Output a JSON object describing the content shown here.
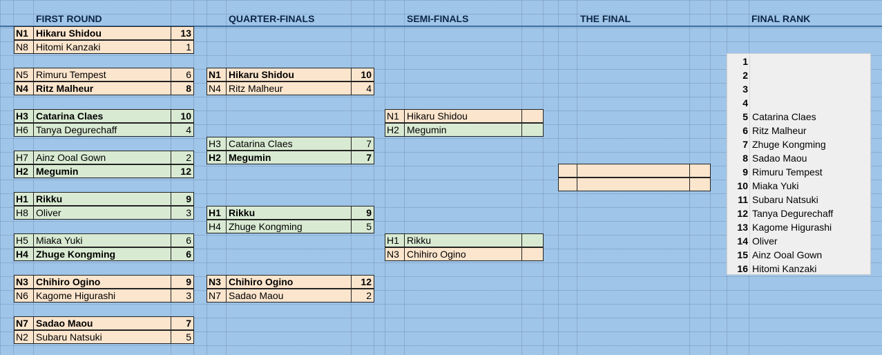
{
  "headers": {
    "first_round": "FIRST ROUND",
    "quarter_finals": "QUARTER-FINALS",
    "semi_finals": "SEMI-FINALS",
    "the_final": "THE FINAL",
    "final_rank": "FINAL RANK"
  },
  "colors": {
    "orange": "#fce5cd",
    "green": "#d9ead3",
    "background": "#9fc5e8"
  },
  "first_round": [
    {
      "seed": "N1",
      "name": "Hikaru Shidou",
      "score": "13",
      "color": "orange",
      "bold": true
    },
    {
      "seed": "N8",
      "name": "Hitomi Kanzaki",
      "score": "1",
      "color": "orange",
      "bold": false
    },
    {
      "seed": "N5",
      "name": "Rimuru Tempest",
      "score": "6",
      "color": "orange",
      "bold": false
    },
    {
      "seed": "N4",
      "name": "Ritz Malheur",
      "score": "8",
      "color": "orange",
      "bold": true
    },
    {
      "seed": "H3",
      "name": "Catarina Claes",
      "score": "10",
      "color": "green",
      "bold": true
    },
    {
      "seed": "H6",
      "name": "Tanya Degurechaff",
      "score": "4",
      "color": "green",
      "bold": false
    },
    {
      "seed": "H7",
      "name": "Ainz Ooal Gown",
      "score": "2",
      "color": "green",
      "bold": false
    },
    {
      "seed": "H2",
      "name": "Megumin",
      "score": "12",
      "color": "green",
      "bold": true
    },
    {
      "seed": "H1",
      "name": "Rikku",
      "score": "9",
      "color": "green",
      "bold": true
    },
    {
      "seed": "H8",
      "name": "Oliver",
      "score": "3",
      "color": "green",
      "bold": false
    },
    {
      "seed": "H5",
      "name": "Miaka Yuki",
      "score": "6",
      "color": "green",
      "bold": false
    },
    {
      "seed": "H4",
      "name": "Zhuge Kongming",
      "score": "6",
      "color": "green",
      "bold": true
    },
    {
      "seed": "N3",
      "name": "Chihiro Ogino",
      "score": "9",
      "color": "orange",
      "bold": true
    },
    {
      "seed": "N6",
      "name": "Kagome Higurashi",
      "score": "3",
      "color": "orange",
      "bold": false
    },
    {
      "seed": "N7",
      "name": "Sadao Maou",
      "score": "7",
      "color": "orange",
      "bold": true
    },
    {
      "seed": "N2",
      "name": "Subaru Natsuki",
      "score": "5",
      "color": "orange",
      "bold": false
    }
  ],
  "quarter_finals": [
    {
      "seed": "N1",
      "name": "Hikaru Shidou",
      "score": "10",
      "color": "orange",
      "bold": true
    },
    {
      "seed": "N4",
      "name": "Ritz Malheur",
      "score": "4",
      "color": "orange",
      "bold": false
    },
    {
      "seed": "H3",
      "name": "Catarina Claes",
      "score": "7",
      "color": "green",
      "bold": false
    },
    {
      "seed": "H2",
      "name": "Megumin",
      "score": "7",
      "color": "green",
      "bold": true
    },
    {
      "seed": "H1",
      "name": "Rikku",
      "score": "9",
      "color": "green",
      "bold": true
    },
    {
      "seed": "H4",
      "name": "Zhuge Kongming",
      "score": "5",
      "color": "green",
      "bold": false
    },
    {
      "seed": "N3",
      "name": "Chihiro Ogino",
      "score": "12",
      "color": "orange",
      "bold": true
    },
    {
      "seed": "N7",
      "name": "Sadao Maou",
      "score": "2",
      "color": "orange",
      "bold": false
    }
  ],
  "semi_finals": [
    {
      "seed": "N1",
      "name": "Hikaru Shidou",
      "score": "",
      "color": "orange"
    },
    {
      "seed": "H2",
      "name": "Megumin",
      "score": "",
      "color": "green"
    },
    {
      "seed": "H1",
      "name": "Rikku",
      "score": "",
      "color": "green"
    },
    {
      "seed": "N3",
      "name": "Chihiro Ogino",
      "score": "",
      "color": "orange"
    }
  ],
  "final": [
    {
      "seed": "",
      "name": "",
      "score": "",
      "color": "orange"
    },
    {
      "seed": "",
      "name": "",
      "score": "",
      "color": "orange"
    }
  ],
  "final_rank": [
    {
      "rank": "1",
      "name": ""
    },
    {
      "rank": "2",
      "name": ""
    },
    {
      "rank": "3",
      "name": ""
    },
    {
      "rank": "4",
      "name": ""
    },
    {
      "rank": "5",
      "name": "Catarina Claes"
    },
    {
      "rank": "6",
      "name": "Ritz Malheur"
    },
    {
      "rank": "7",
      "name": "Zhuge Kongming"
    },
    {
      "rank": "8",
      "name": "Sadao Maou"
    },
    {
      "rank": "9",
      "name": "Rimuru Tempest"
    },
    {
      "rank": "10",
      "name": "Miaka Yuki"
    },
    {
      "rank": "11",
      "name": "Subaru Natsuki"
    },
    {
      "rank": "12",
      "name": "Tanya Degurechaff"
    },
    {
      "rank": "13",
      "name": "Kagome Higurashi"
    },
    {
      "rank": "14",
      "name": "Oliver"
    },
    {
      "rank": "15",
      "name": "Ainz Ooal Gown"
    },
    {
      "rank": "16",
      "name": "Hitomi Kanzaki"
    }
  ]
}
